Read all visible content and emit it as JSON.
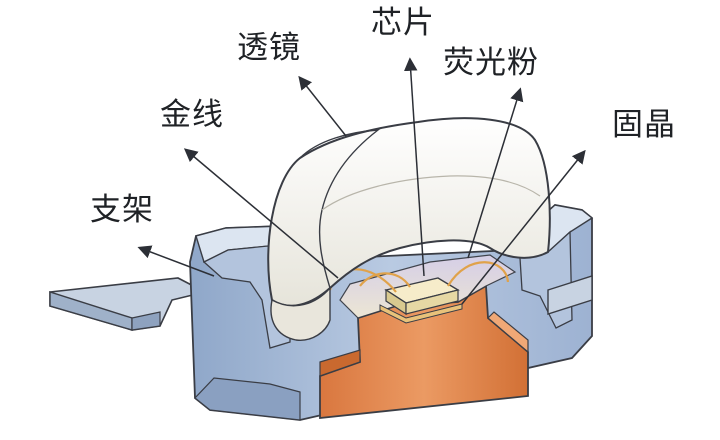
{
  "labels": {
    "chip": "芯片",
    "lens": "透镜",
    "phosphor": "荧光粉",
    "gold_wire": "金线",
    "die_attach": "固晶",
    "lead_frame": "支架"
  },
  "colors": {
    "housing": "#a9bcd8",
    "housing_light": "#d7e1ef",
    "lens": "#f3f2ec",
    "copper": "#e0854e",
    "chip": "#f3e6c2",
    "gold_wire": "#e0a24a",
    "outline": "#3a3d45",
    "label_text": "#1f2226"
  }
}
